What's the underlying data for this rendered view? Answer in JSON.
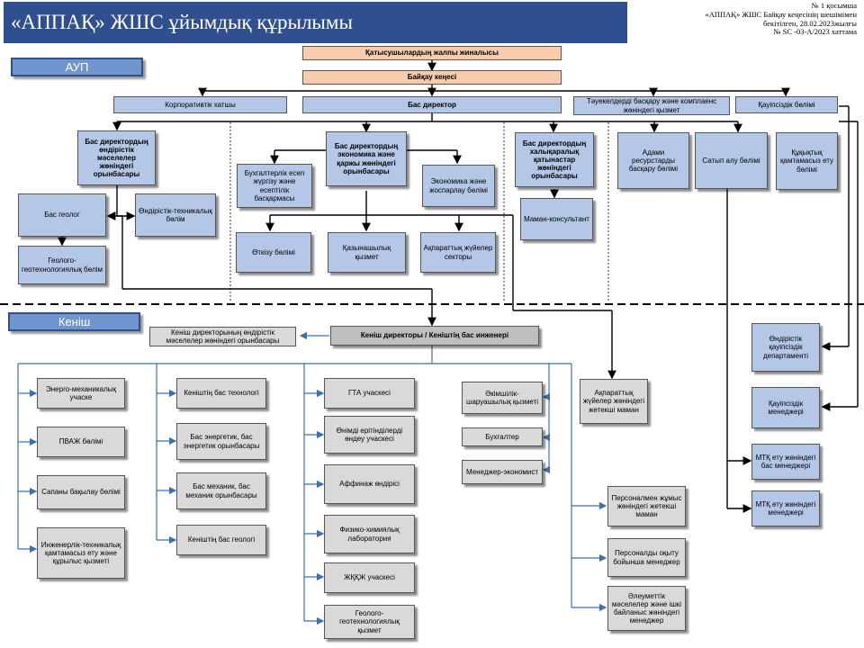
{
  "title": "«АППАҚ» ЖШС ұйымдық құрылымы",
  "approval": {
    "line1": "№ 1 қосымша",
    "line2": "«АППАҚ» ЖШС Байқау кеңесінің шешімімен",
    "line3": "бекітілген,   28.02.2023жылғы",
    "line4": "№ SC -03-А/2023 хаттама"
  },
  "sections": {
    "aup": "АУП",
    "kenish": "Кеніш"
  },
  "nodes": {
    "general_meeting": "Қатысушылардың жалпы жиналысы",
    "supervisory_board": "Байқау кеңесі",
    "corporate_secretary": "Корпоративтік хатшы",
    "general_director": "Бас директор",
    "risk_compliance": "Тәуекелдерді басқару және комплаенс жөніндегі қызмет",
    "security_dept": "Қауіпсіздік бөлімі",
    "deputy_production": "Бас директордың өндірістік мәселелер жөніндегі орынбасары",
    "deputy_economics": "Бас директордың экономика және қаржы жөніндегі орынбасары",
    "deputy_international": "Бас директордың халықаралық қатынастар жөніндегі орынбасары",
    "hr_dept": "Адами ресурстарды басқару бөлімі",
    "procurement_dept": "Сатып алу бөлімі",
    "legal_dept": "Құқықтық қамтамасыз ету бөлімі",
    "accounting_mgmt": "Бухгалтерлік есеп жүргізу және есептілік басқармасы",
    "economic_planning": "Экономика және жоспарлау бөлімі",
    "chief_geologist": "Бас геолог",
    "production_technical": "Өндірістік-техникалық бөлім",
    "geo_technology": "Геолого-геотехнологиялық бөлім",
    "sales_dept": "Өткізу бөлімі",
    "treasury": "Қазынашылық қызмет",
    "it_sector": "Ақпараттық жүйелер секторы",
    "consultant_manager": "Маман-консультант",
    "mine_director": "Кеніш директоры / Кеніштің бас инженері",
    "mine_deputy_production": "Кеніш директорының өндірістік мәселелер жөніндегі орынбасары",
    "industrial_safety_dept": "Өндірістік қауіпсіздік департаменті",
    "safety_manager": "Қауіпсіздік менеджері",
    "emergency_deputy": "МТҚ ету жөніндегі бас менеджері",
    "emergency_manager": "МТҚ ету жөніндегі менеджері",
    "it_lead_specialist": "Ақпараттық жүйелер жөніндегі жетекші маман",
    "energy_mech_site": "Энерго-механикалық учаске",
    "pvaj_dept": "ПВАЖ бөлімі",
    "quality_control": "Сапаны бақылау бөлімі",
    "engineering_support": "Инженерлік-техникалық қамтамасыз ету және құрылыс қызметі",
    "chief_technologist": "Кеніштің бас технологі",
    "chief_energy": "Бас энергетик, бас энергетик орынбасары",
    "chief_mechanic": "Бас механик, бас механик орынбасары",
    "mine_chief_geologist": "Кеніштің бас геологі",
    "gta_site": "ГТА учаскесі",
    "solution_processing": "Өнімді ерітінділерді өндеу учаскесі",
    "refining": "Аффинаж өндірісі",
    "lab": "Физико-химиялық лаборатория",
    "zhkkzh_site": "ЖҚҚЖ учаскесі",
    "geo_service": "Геолого-геотехнологиялық қызмет",
    "admin_service": "Әкімшілік-шаруашылық қызметі",
    "accountant": "Бухгалтер",
    "manager_economist": "Менеджер-экономист",
    "hr_lead": "Персоналмен жұмыс жөніндегі жетекші маман",
    "training_manager": "Персоналды оқыту бойынша менеджер",
    "social_manager": "Әлеуметтік мәселелер және ішкі байланыс жөніндегі менеджер"
  },
  "colors": {
    "title_bg": "#2f4f8f",
    "aup_box": "#b4c7e7",
    "top_box": "#f8cbad",
    "mine_box": "#d9d9d9",
    "line_black": "#000000",
    "line_blue": "#3a6fb0"
  }
}
